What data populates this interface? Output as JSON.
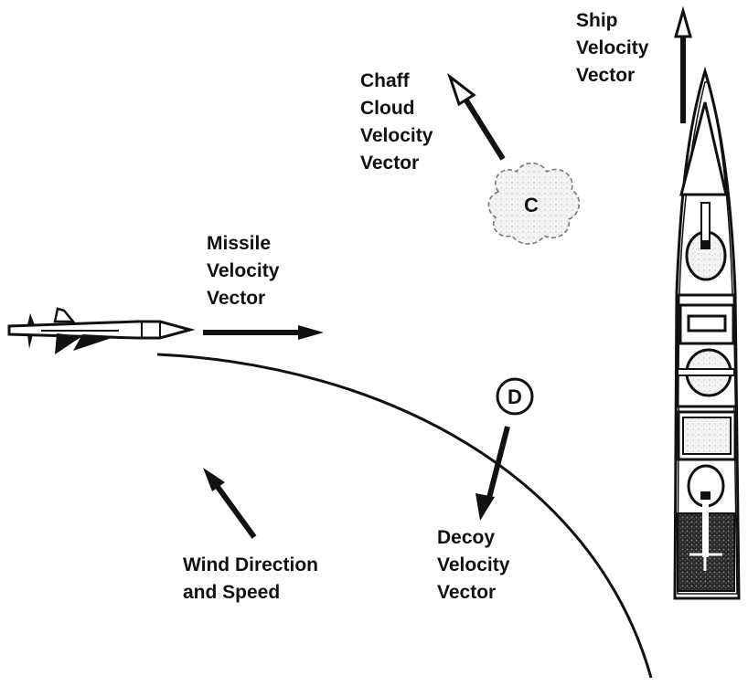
{
  "diagram": {
    "type": "tactical decoy engagement diagram",
    "labels": {
      "ship_velocity": [
        "Ship",
        "Velocity",
        "Vector"
      ],
      "chaff_velocity": [
        "Chaff",
        "Cloud",
        "Velocity",
        "Vector"
      ],
      "missile_velocity": [
        "Missile",
        "Velocity",
        "Vector"
      ],
      "decoy_velocity": [
        "Decoy",
        "Velocity",
        "Vector"
      ],
      "wind": [
        "Wind Direction",
        "and Speed"
      ]
    },
    "markers": {
      "chaff_letter": "C",
      "decoy_letter": "D"
    },
    "colors": {
      "ink": "#111111",
      "background": "#ffffff",
      "shading": "#cfcfcf",
      "dark_fill": "#3a3a3a"
    }
  }
}
